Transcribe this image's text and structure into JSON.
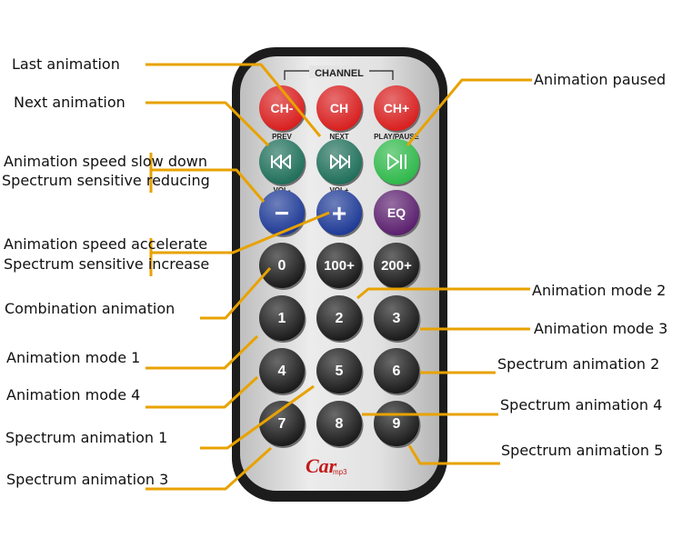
{
  "remote": {
    "channel_label": "CHANNEL",
    "buttons": [
      {
        "id": "ch-minus",
        "text": "CH-",
        "color": "#d81f1f",
        "sub": "PREV"
      },
      {
        "id": "ch",
        "text": "CH",
        "color": "#d81f1f",
        "sub": "NEXT"
      },
      {
        "id": "ch-plus",
        "text": "CH+",
        "color": "#d81f1f",
        "sub": "PLAY/PAUSE"
      },
      {
        "id": "prev",
        "icon": "skip-back-icon",
        "color": "#1f6f5a",
        "sub": "VOL-"
      },
      {
        "id": "next",
        "icon": "skip-forward-icon",
        "color": "#1f6f5a",
        "sub": "VOL+"
      },
      {
        "id": "play-pause",
        "icon": "play-pause-icon",
        "color": "#2fb84a"
      },
      {
        "id": "vol-minus",
        "text": "−",
        "color": "#1e3a96"
      },
      {
        "id": "vol-plus",
        "text": "+",
        "color": "#1e3a96"
      },
      {
        "id": "eq",
        "text": "EQ",
        "color": "#5b1f6e"
      },
      {
        "id": "0",
        "text": "0",
        "color": "#1a1a1a"
      },
      {
        "id": "100",
        "text": "100+",
        "color": "#1a1a1a"
      },
      {
        "id": "200",
        "text": "200+",
        "color": "#1a1a1a"
      },
      {
        "id": "1",
        "text": "1",
        "color": "#1a1a1a"
      },
      {
        "id": "2",
        "text": "2",
        "color": "#1a1a1a"
      },
      {
        "id": "3",
        "text": "3",
        "color": "#1a1a1a"
      },
      {
        "id": "4",
        "text": "4",
        "color": "#1a1a1a"
      },
      {
        "id": "5",
        "text": "5",
        "color": "#1a1a1a"
      },
      {
        "id": "6",
        "text": "6",
        "color": "#1a1a1a"
      },
      {
        "id": "7",
        "text": "7",
        "color": "#1a1a1a"
      },
      {
        "id": "8",
        "text": "8",
        "color": "#1a1a1a"
      },
      {
        "id": "9",
        "text": "9",
        "color": "#1a1a1a"
      }
    ],
    "logo_main": "Car",
    "logo_sub": "mp3"
  },
  "callouts": {
    "last_animation": "Last animation",
    "next_animation": "Next animation",
    "speed_slow": "Animation speed slow down",
    "spectrum_reducing": "Spectrum sensitive reducing",
    "speed_accelerate": "Animation speed accelerate",
    "spectrum_increase": "Spectrum sensitive increase",
    "combination": "Combination animation",
    "mode1": "Animation mode 1",
    "mode4": "Animation mode 4",
    "spectrum1": "Spectrum animation 1",
    "spectrum3": "Spectrum animation 3",
    "paused": "Animation paused",
    "mode2": "Animation mode 2",
    "mode3": "Animation mode 3",
    "spectrum2": "Spectrum animation 2",
    "spectrum4": "Spectrum animation 4",
    "spectrum5": "Spectrum animation 5"
  },
  "colors": {
    "leader": "#e8a200",
    "body": "#1c1c1c",
    "panel": "#d9d9d9"
  }
}
